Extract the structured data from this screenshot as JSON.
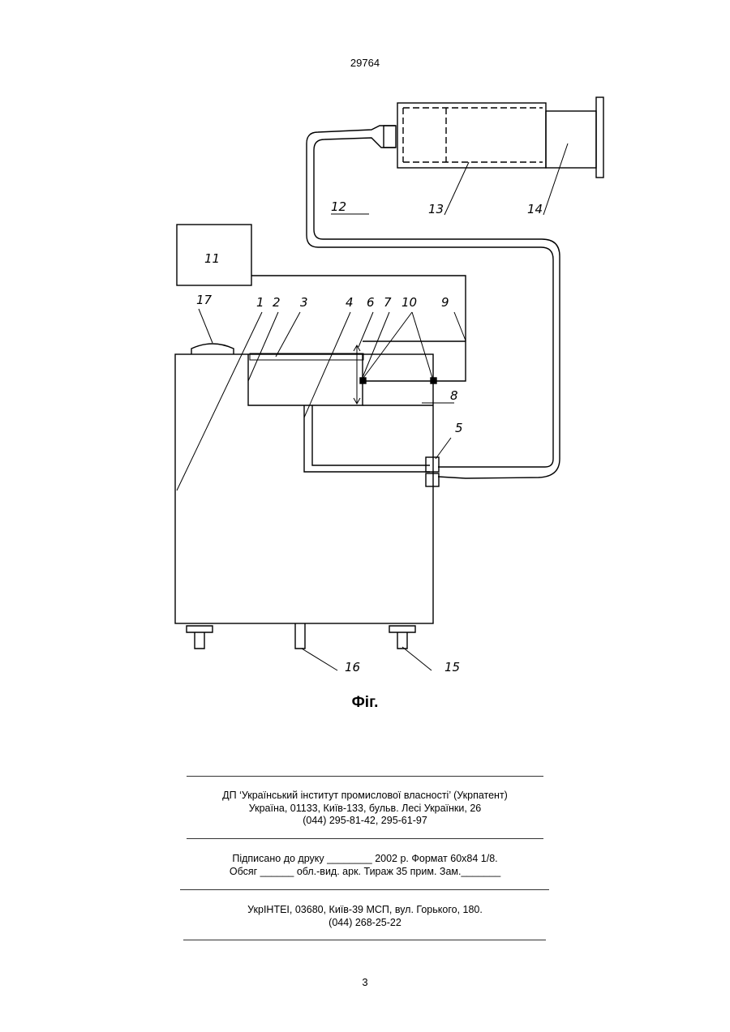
{
  "header": {
    "patent_number": "29764"
  },
  "figure": {
    "caption": "Фіг.",
    "labels": {
      "l1": "1",
      "l2": "2",
      "l3": "3",
      "l4": "4",
      "l5": "5",
      "l6": "6",
      "l7": "7",
      "l8": "8",
      "l9": "9",
      "l10": "10",
      "l11": "11",
      "l12": "12",
      "l13": "13",
      "l14": "14",
      "l15": "15",
      "l16": "16",
      "l17": "17"
    }
  },
  "imprint": {
    "publisher_line": "ДП ‘Український інститут промислової власності’ (Укрпатент)",
    "address_line": "Україна, 01133, Київ-133, бульв. Лесі Українки, 26",
    "phone_line": "(044) 295-81-42, 295-61-97",
    "print_line_1": "Підписано до друку ________ 2002 р.    Формат 60х84 1/8.",
    "print_line_2": "Обсяг ______ обл.-вид. арк.   Тираж 35 прим.    Зам._______",
    "printer_line": "УкрІНТЕІ, 03680, Київ-39 МСП, вул. Горького, 180.",
    "printer_phone": "(044) 268-25-22"
  },
  "footer": {
    "page_number": "3"
  }
}
